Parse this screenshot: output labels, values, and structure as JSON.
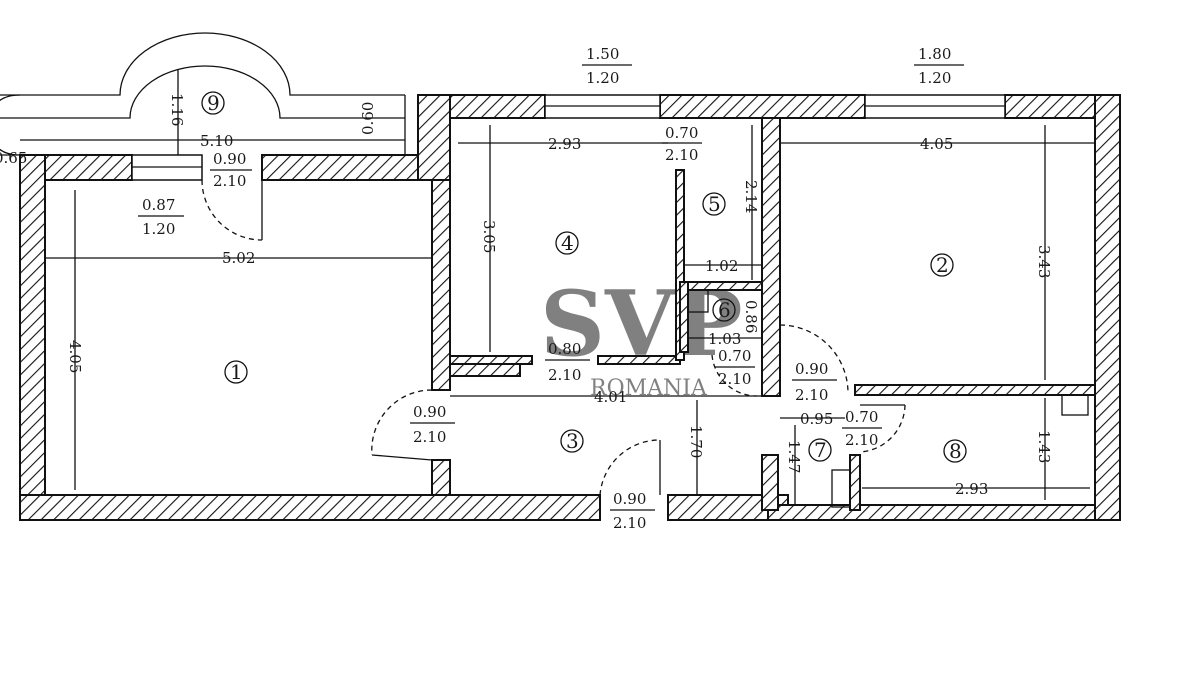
{
  "rooms": [
    {
      "number": "1"
    },
    {
      "number": "2"
    },
    {
      "number": "3"
    },
    {
      "number": "4"
    },
    {
      "number": "5"
    },
    {
      "number": "6"
    },
    {
      "number": "7"
    },
    {
      "number": "8"
    },
    {
      "number": "9"
    }
  ],
  "windows_top": [
    {
      "width": "1.50",
      "height": "1.20"
    },
    {
      "width": "1.80",
      "height": "1.20"
    }
  ],
  "doors": [
    {
      "width": "0.90",
      "height": "2.10"
    },
    {
      "width": "0.87",
      "height": "1.20"
    },
    {
      "width": "0.80",
      "height": "2.10"
    },
    {
      "width": "0.90",
      "height": "2.10"
    },
    {
      "width": "0.90",
      "height": "2.10"
    },
    {
      "width": "0.70",
      "height": "2.10"
    },
    {
      "width": "0.70",
      "height": "2.10"
    },
    {
      "width": "0.90",
      "height": "2.10"
    },
    {
      "width": "0.70",
      "height": "2.10"
    }
  ],
  "dimensions": {
    "room1_width": "5.02",
    "room1_depth": "4.05",
    "balcony_width": "5.10",
    "balcony_depth": "1.16",
    "balcony_wall": "0.60",
    "balcony_side": "0.65",
    "room4_width": "2.93",
    "room4_depth": "3.05",
    "room5_depth": "2.14",
    "room5_width": "1.02",
    "room6_width": "1.03",
    "room6_depth": "0.86",
    "room2_width": "4.05",
    "room2_depth": "3.43",
    "hall_length": "4.01",
    "hall_depth": "1.70",
    "room7_width": "0.95",
    "room7_depth": "1.47",
    "room8_depth": "1.43",
    "room8_width": "2.93"
  },
  "watermark": {
    "brand": "SVP",
    "sub": "ROMANIA"
  }
}
